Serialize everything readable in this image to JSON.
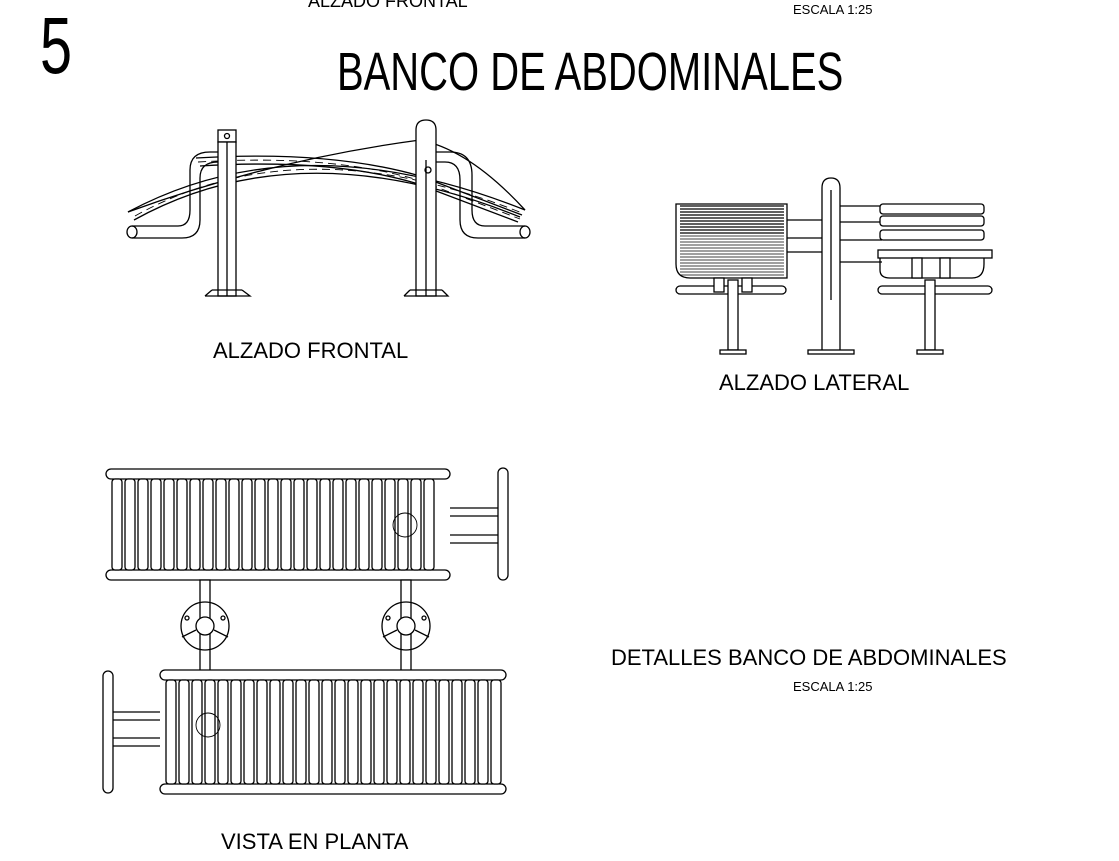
{
  "sheet": {
    "top_cut_label": "ALZADO FRONTAL",
    "top_cut_scale": "ESCALA 1:25",
    "sheet_number": "5",
    "title": "BANCO DE ABDOMINALES"
  },
  "views": {
    "front": {
      "label": "ALZADO FRONTAL"
    },
    "side": {
      "label": "ALZADO LATERAL"
    },
    "plan": {
      "label": "VISTA EN PLANTA"
    }
  },
  "details": {
    "title": "DETALLES BANCO DE ABDOMINALES",
    "scale": "ESCALA 1:25"
  }
}
